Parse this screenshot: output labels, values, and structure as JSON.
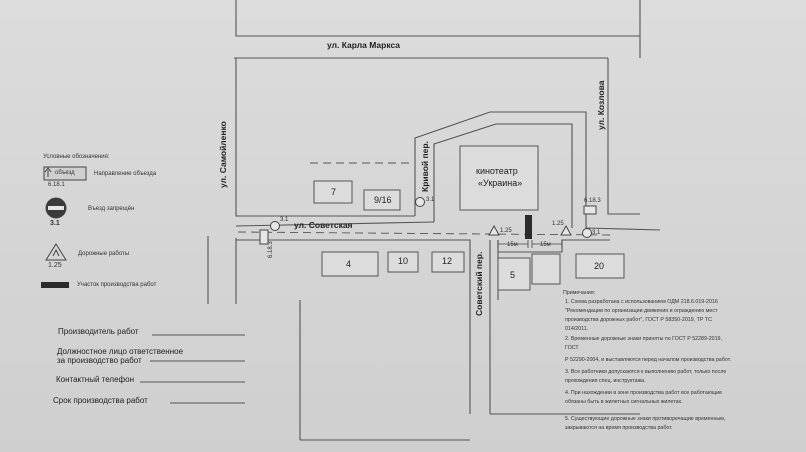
{
  "map": {
    "streets": {
      "karl_marx": "ул. Карла Маркса",
      "samoylenko": "ул. Самойленко",
      "sovetskaya": "ул. Советская",
      "krivoy": "Кривой пер.",
      "kozlova": "ул. Козлова",
      "sovetsky_per": "Советский пер."
    },
    "buildings": {
      "b7": "7",
      "b9_16": "9/16",
      "cinema_line1": "кинотеатр",
      "cinema_line2": "«Украина»",
      "b4": "4",
      "b10": "10",
      "b12": "12",
      "b5": "5",
      "b20": "20"
    },
    "sign_labels": {
      "s31_a": "3.1",
      "s31_b": "3.1",
      "s31_c": "3.1",
      "s6183_a": "6.18.3",
      "s6183_b": "6.18.3",
      "s125_a": "1.25",
      "s125_b": "1.25"
    },
    "distances": {
      "d1": "15м",
      "d2": "15м"
    }
  },
  "legend": {
    "title": "Условные обозначения:",
    "detour_sign": "объезд",
    "detour_code": "6.18.1",
    "detour_label": "Направление объезда",
    "no_entry_code": "3.1",
    "no_entry_label": "Въезд запрещён",
    "roadworks_code": "1.25",
    "roadworks_label": "Дорожные работы",
    "work_area_label": "Участок производства работ"
  },
  "form": {
    "contractor": "Производитель работ",
    "official_line1": "Должностное лицо ответственное",
    "official_line2": "за производство работ",
    "phone": "Контактный телефон",
    "period": "Срок производства работ"
  },
  "notes": {
    "title": "Примечания:",
    "n1a": "1. Схема разработана с использованием ОДМ 218.6.019-2016",
    "n1b": "\"Рекомендации по организации движения и ограждению мест",
    "n1c": "производства дорожных работ\", ГОСТ Р 58350-2019, ТР ТС",
    "n1d": "014/2011.",
    "n2a": "2. Временные дорожные знаки приняты по ГОСТ Р 52289-2019,",
    "n2b": "ГОСТ",
    "n2c": "Р 52290-2004, и выставляются перед началом производства работ.",
    "n3a": "3. Все работники допускаются к выполнению работ, только после",
    "n3b": "прохождения спец. инструктажа.",
    "n4a": "4. При нахождении в зоне производства работ все работающие",
    "n4b": "обязаны быть в жилетных сигнальных жилетах.",
    "n5a": "5. Существующие дорожные знаки противоречащие временным,",
    "n5b": "закрываются на время производства работ."
  }
}
